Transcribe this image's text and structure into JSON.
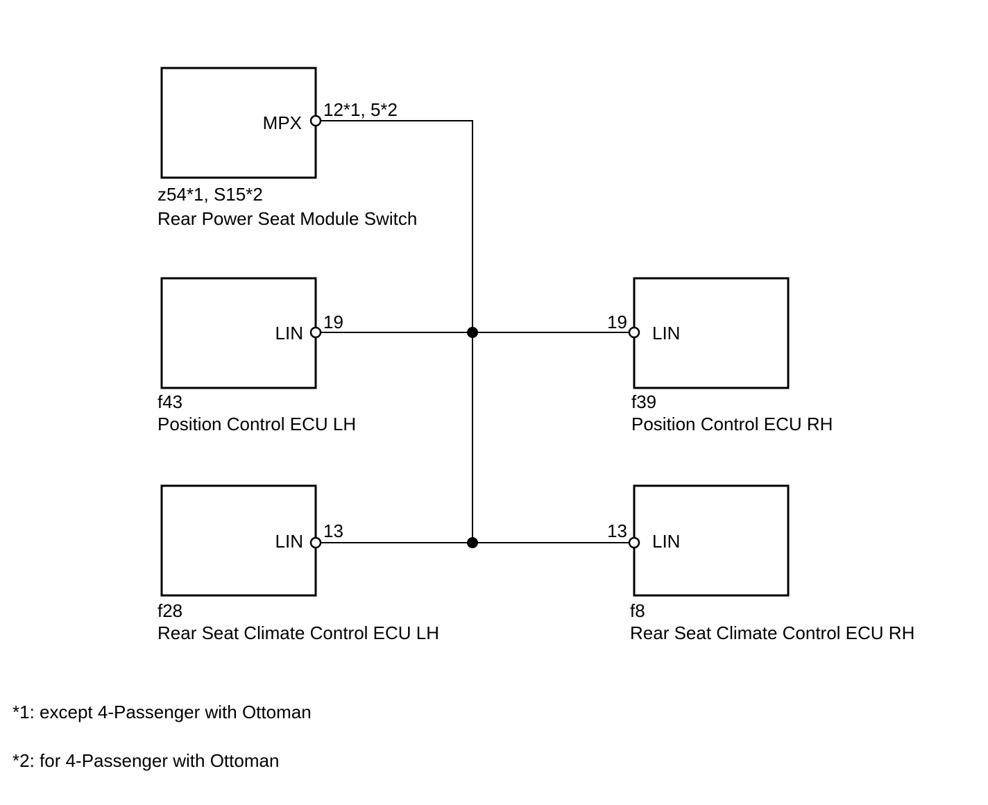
{
  "components": {
    "rear_power_seat_switch": {
      "signal": "MPX",
      "pin": "12*1, 5*2",
      "connector": "z54*1, S15*2",
      "name": "Rear Power Seat Module Switch"
    },
    "position_ecu_lh": {
      "signal": "LIN",
      "pin": "19",
      "connector": "f43",
      "name": "Position Control ECU LH"
    },
    "position_ecu_rh": {
      "signal": "LIN",
      "pin": "19",
      "connector": "f39",
      "name": "Position Control ECU RH"
    },
    "climate_ecu_lh": {
      "signal": "LIN",
      "pin": "13",
      "connector": "f28",
      "name": "Rear Seat Climate Control ECU LH"
    },
    "climate_ecu_rh": {
      "signal": "LIN",
      "pin": "13",
      "connector": "f8",
      "name": "Rear Seat Climate Control ECU RH"
    }
  },
  "notes": [
    "*1: except 4-Passenger with Ottoman",
    "*2: for 4-Passenger with Ottoman"
  ]
}
